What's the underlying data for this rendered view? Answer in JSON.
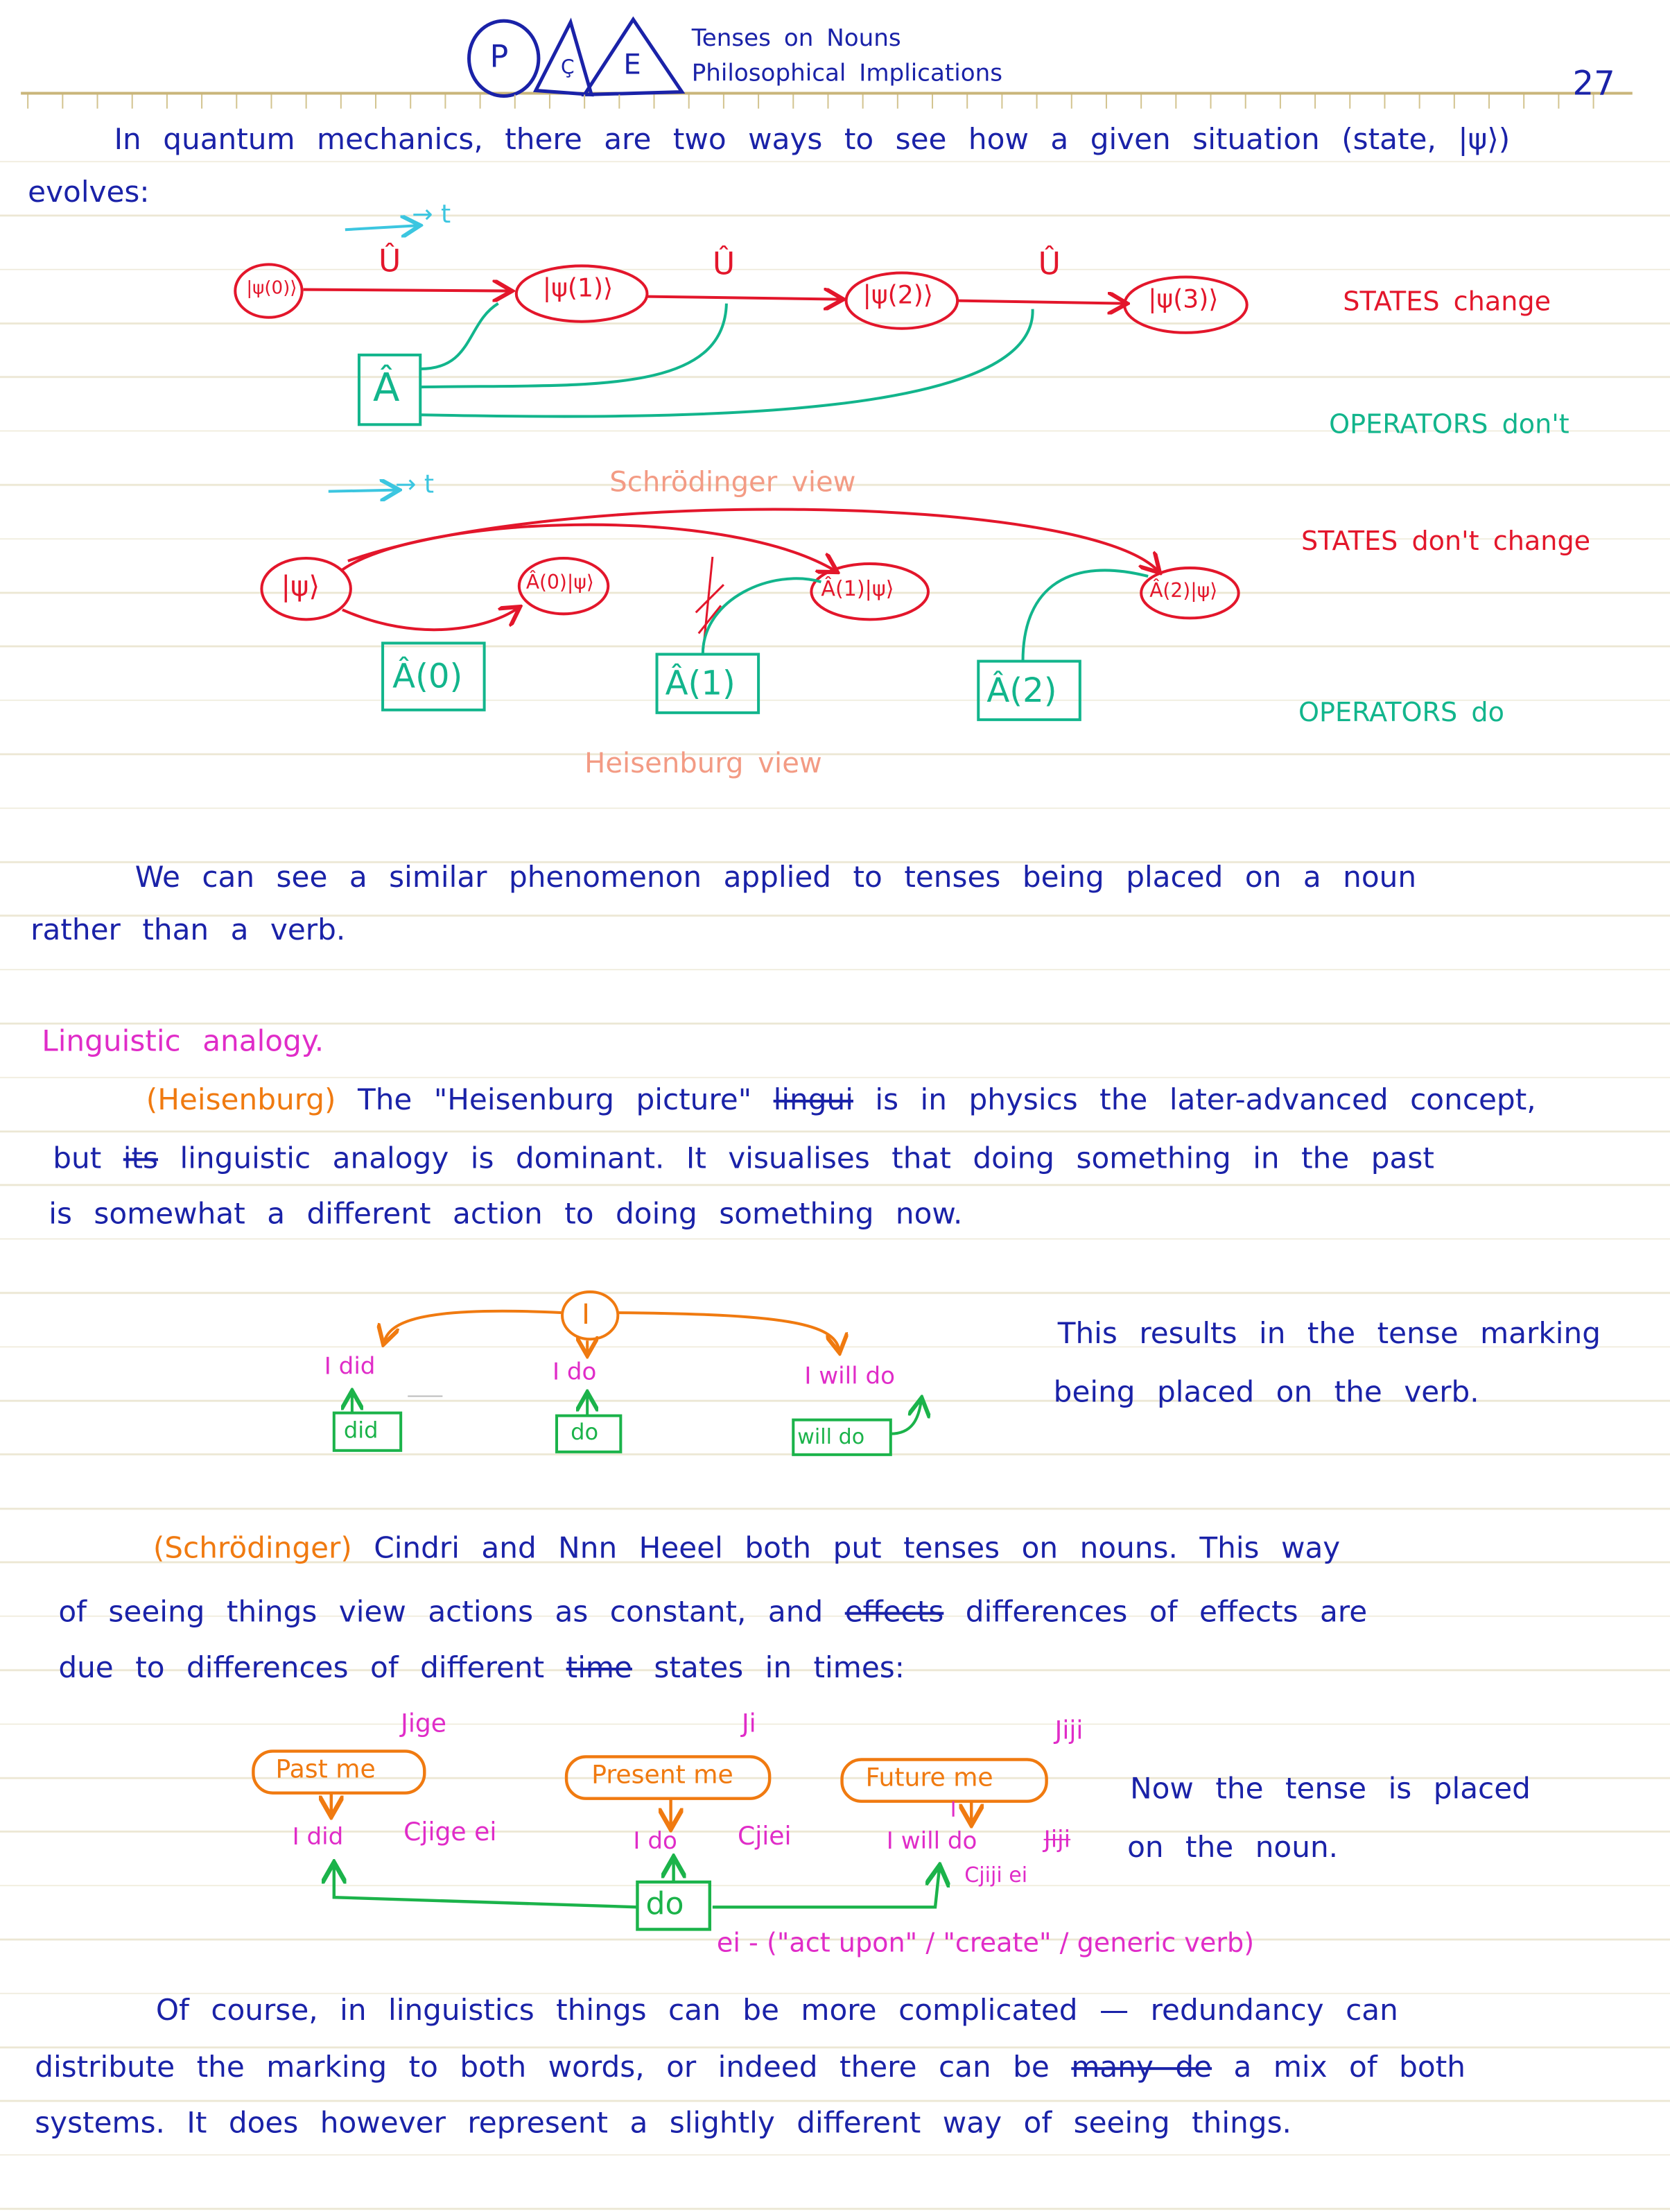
{
  "header": {
    "logo_letters": [
      "P",
      "Ç",
      "E"
    ],
    "title_line1": "Tenses on Nouns",
    "title_line2": "Philosophical Implications",
    "page_number": "27"
  },
  "intro": [
    [
      {
        "text": "In quantum mechanics, there are two ways to see how a given situation (state, |ψ⟩)"
      }
    ],
    [
      {
        "text": "evolves:"
      }
    ]
  ],
  "schrodinger_diagram": {
    "time_label": "→ t",
    "states": [
      "|ψ(0)⟩",
      "|ψ(1)⟩",
      "|ψ(2)⟩",
      "|ψ(3)⟩"
    ],
    "evolution_operator": "Û",
    "operator_box": "Â",
    "states_note": "STATES change",
    "operators_note": "OPERATORS don't",
    "caption": "Schrödinger view"
  },
  "heisenberg_diagram": {
    "time_label": "→ t",
    "state": "|ψ⟩",
    "results": [
      "Â(0)|ψ⟩",
      "Â(1)|ψ⟩",
      "Â(2)|ψ⟩"
    ],
    "operators": [
      "Â(0)",
      "Â(1)",
      "Â(2)"
    ],
    "states_note": "STATES don't change",
    "operators_note": "OPERATORS do",
    "caption": "Heisenburg view"
  },
  "para2": [
    [
      {
        "text": "We can see a similar phenomenon applied to tenses being placed on a noun"
      }
    ],
    [
      {
        "text": "rather than a verb."
      }
    ]
  ],
  "section_heading": "Linguistic analogy.",
  "heisenberg_para": [
    [
      {
        "text": "(Heisenburg) ",
        "color": "orange"
      },
      {
        "text": "The \"Heisenburg picture\" "
      },
      {
        "text": "lingui",
        "style": "strike"
      },
      {
        "text": " is in physics the later-advanced concept,"
      }
    ],
    [
      {
        "text": "but "
      },
      {
        "text": "its",
        "style": "strike"
      },
      {
        "text": " linguistic analogy is dominant. It visualises that doing something in the past"
      }
    ],
    [
      {
        "text": "is somewhat a different action to doing something now."
      }
    ]
  ],
  "verb_diagram": {
    "subject": "I",
    "forms": [
      "I did",
      "I do",
      "I will do"
    ],
    "verbs": [
      "did",
      "do",
      "will do"
    ],
    "note_line1": "This results in the tense marking",
    "note_line2": "being placed on the verb."
  },
  "schrodinger_para": [
    [
      {
        "text": "(Schrödinger) ",
        "color": "orange"
      },
      {
        "text": "Cindri and Nnn Heeel both put tenses on nouns. This way"
      }
    ],
    [
      {
        "text": "of seeing things view actions as constant, and "
      },
      {
        "text": "effects",
        "style": "strike"
      },
      {
        "text": " differences of effects are"
      }
    ],
    [
      {
        "text": "due to differences of different "
      },
      {
        "text": "time",
        "style": "strike"
      },
      {
        "text": " states in times:"
      }
    ]
  ],
  "noun_diagram": {
    "selves": [
      "Past me",
      "Present me",
      "Future me"
    ],
    "tags": [
      "Jige",
      "Ji",
      "Jiji"
    ],
    "forms": [
      "I did",
      "I do",
      "I will do"
    ],
    "conlang_forms": [
      "Cjige ei",
      "Cjiei",
      "Jiji",
      "Cjiji ei"
    ],
    "verb": "do",
    "gloss": "ei - (\"act upon\" / \"create\" / generic verb)",
    "note_line1": "Now the tense is placed",
    "note_line2": "on the noun."
  },
  "final_para": [
    [
      {
        "text": "Of course, in linguistics things can be more complicated — redundancy can"
      }
    ],
    [
      {
        "text": "distribute the marking to both words, or indeed there can be "
      },
      {
        "text": "many de",
        "style": "strike"
      },
      {
        "text": " a mix of both"
      }
    ],
    [
      {
        "text": "systems. It does however represent a slightly different way of seeing things."
      }
    ]
  ],
  "colors": {
    "blue": "#1a22a8",
    "red": "#e3162b",
    "teal": "#12b58c",
    "magenta": "#e02cc8",
    "orange": "#f07a10",
    "green": "#1bb34a"
  }
}
